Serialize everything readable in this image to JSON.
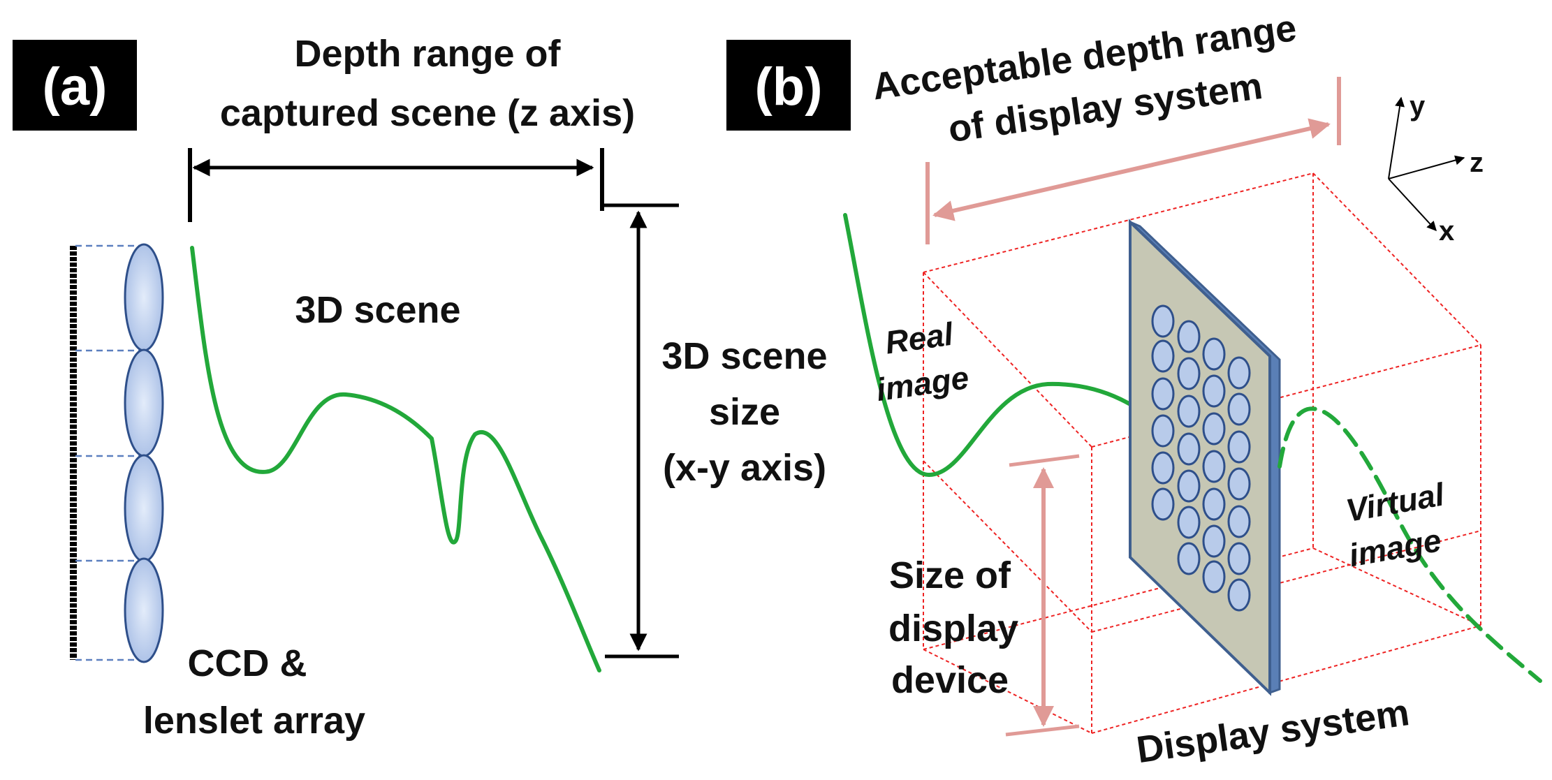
{
  "panel_a": {
    "badge": "(a)",
    "depth_range_label": [
      "Depth range of",
      "captured scene (z axis)"
    ],
    "scene_label": "3D scene",
    "scene_size_label": [
      "3D scene",
      "size",
      "(x-y axis)"
    ],
    "ccd_label": [
      "CCD &",
      "lenslet array"
    ]
  },
  "panel_b": {
    "badge": "(b)",
    "acceptable_depth_label": [
      "Acceptable depth range",
      "of display system"
    ],
    "axes": {
      "y": "y",
      "z": "z",
      "x": "x"
    },
    "real_image_label": [
      "Real",
      "image"
    ],
    "virtual_image_label": [
      "Virtual",
      "image"
    ],
    "display_size_label": [
      "Size of",
      "display",
      "device"
    ],
    "display_system_label": "Display system"
  },
  "colors": {
    "curve": "#22a83a",
    "pink": "#e09a96",
    "box": "#ee2222",
    "lens_fill": "#b8cbea",
    "lens_stroke": "#2e4f8a",
    "panel_fill": "#c6c7b4",
    "panel_stroke": "#3f5f8f"
  }
}
